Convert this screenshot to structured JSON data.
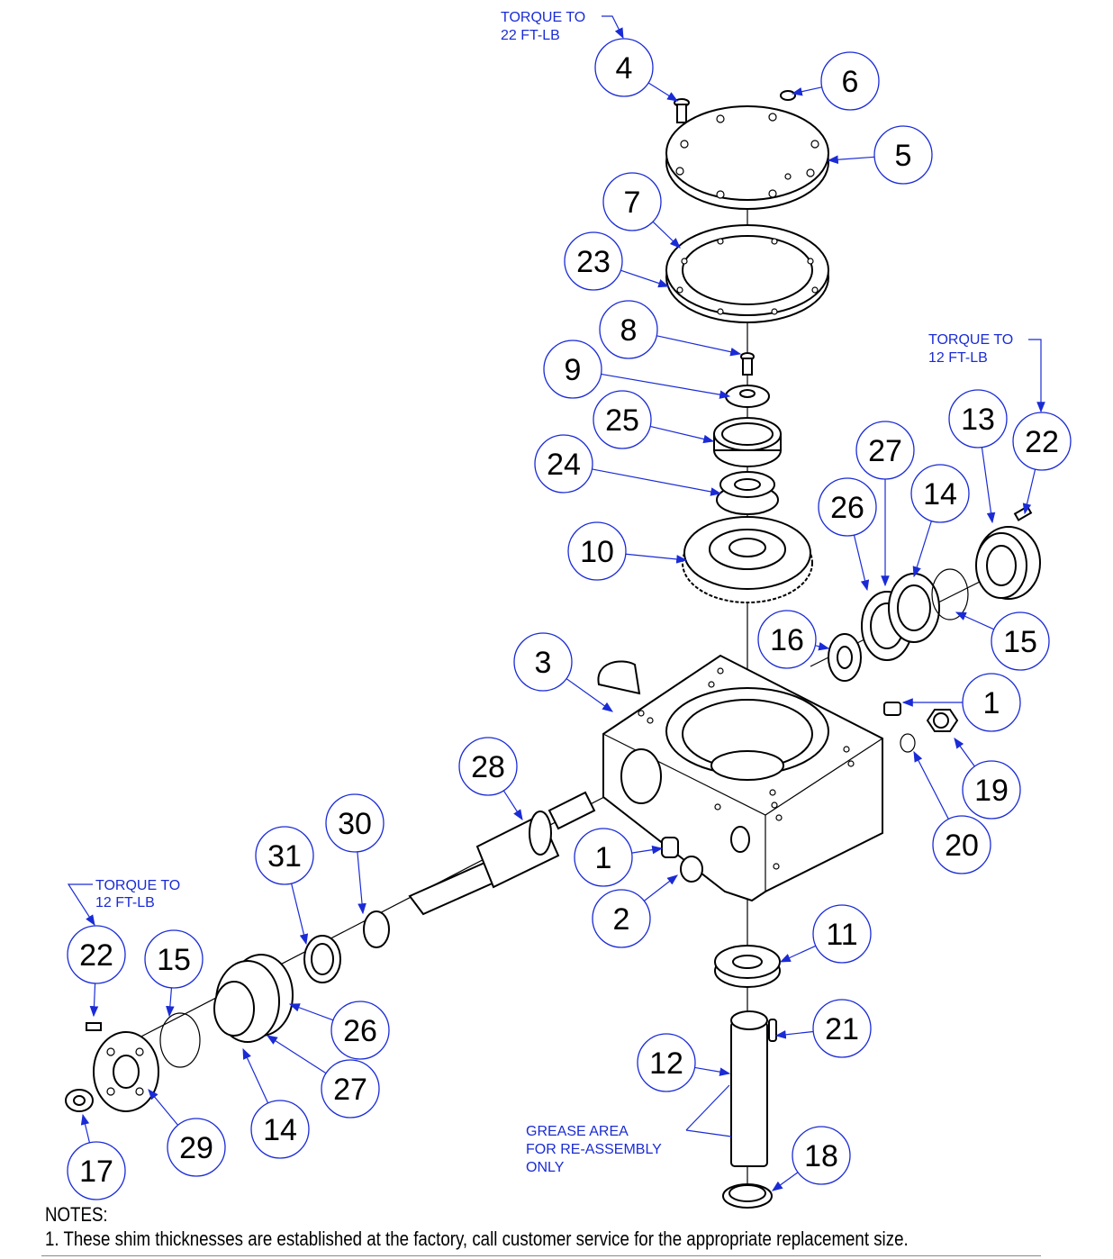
{
  "callouts": {
    "torque_top": [
      "TORQUE TO",
      "22 FT-LB"
    ],
    "torque_right": [
      "TORQUE TO",
      "12 FT-LB"
    ],
    "torque_left": [
      "TORQUE TO",
      "12 FT-LB"
    ],
    "grease": [
      "GREASE AREA",
      "FOR RE-ASSEMBLY",
      "ONLY"
    ]
  },
  "balloons": [
    "4",
    "6",
    "5",
    "7",
    "23",
    "8",
    "9",
    "25",
    "24",
    "10",
    "13",
    "22",
    "27",
    "26",
    "14",
    "16",
    "15",
    "3",
    "1",
    "19",
    "20",
    "28",
    "30",
    "31",
    "1",
    "2",
    "11",
    "21",
    "12",
    "18",
    "22",
    "15",
    "26",
    "27",
    "14",
    "29",
    "17"
  ],
  "notes": {
    "title": "NOTES:",
    "items": [
      "1. These shim thicknesses are established at the factory, call customer service for the appropriate replacement size."
    ]
  }
}
